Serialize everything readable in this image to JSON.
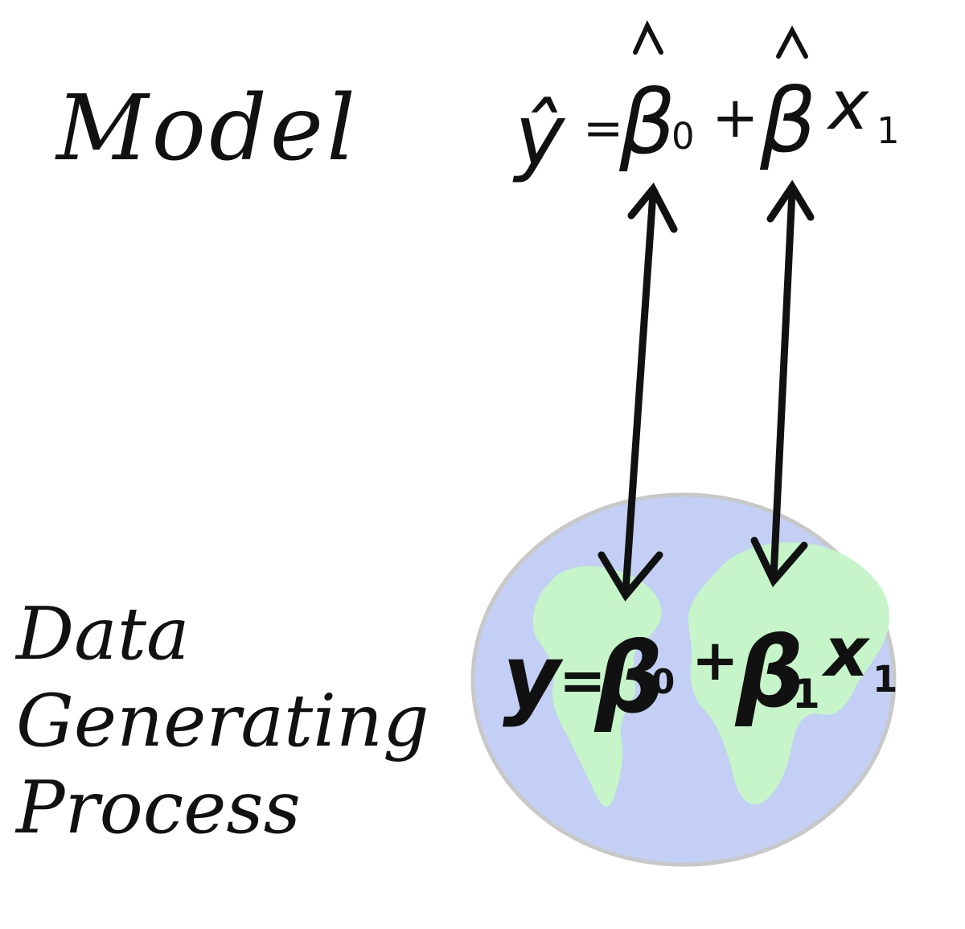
{
  "labels": {
    "model": "Model",
    "dgp_lines": [
      "Data",
      "Generating",
      "Process"
    ]
  },
  "model_equation": {
    "lhs": "ŷ",
    "equals": "=",
    "beta0": "β",
    "beta0_sub": "0",
    "plus": "+",
    "beta1": "β",
    "x": "x",
    "x_sub": "1"
  },
  "dgp_equation": {
    "lhs": "y",
    "equals": "=",
    "beta0": "β",
    "beta0_sub": "0",
    "plus": "+",
    "beta1": "β",
    "beta1_sub": "1",
    "x": "x",
    "x_sub": "1"
  },
  "colors": {
    "ink": "#111111",
    "ocean": "#c3cff4",
    "globe_outline": "#c8c8c8",
    "land": "#c5f5c8"
  }
}
